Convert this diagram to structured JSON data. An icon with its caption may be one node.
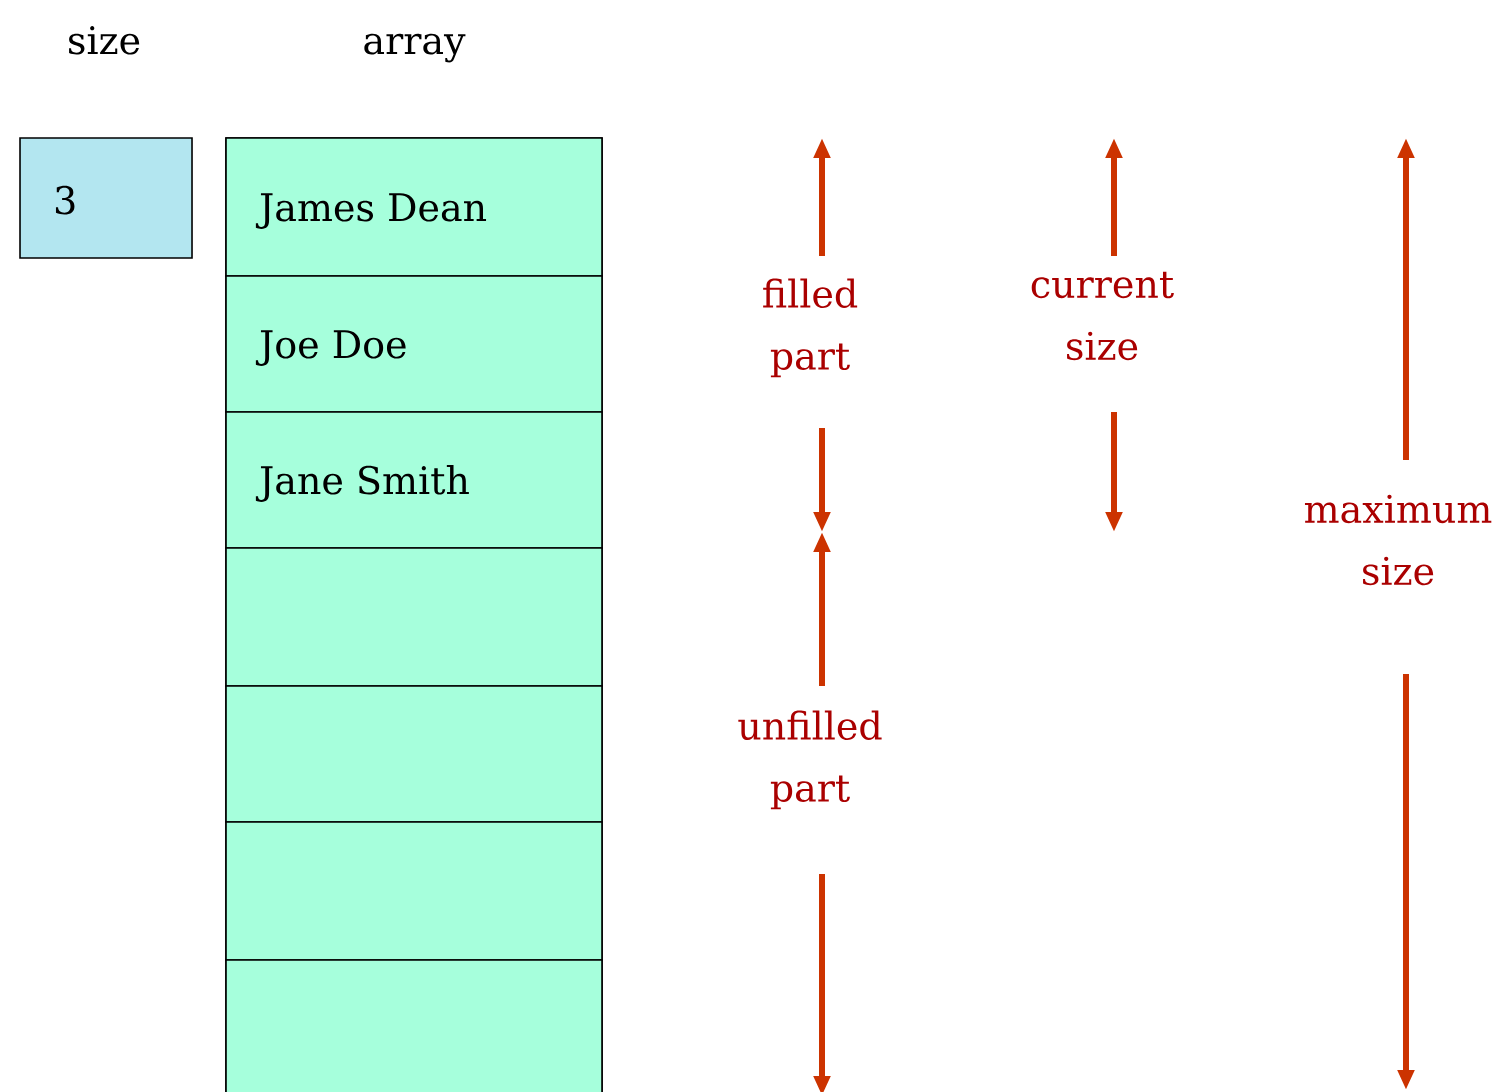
{
  "diagram": {
    "nodes": [
      {
        "text": [
          "size",
          "3"
        ]
      },
      {
        "text": [
          "array"
        ]
      },
      {
        "text": [
          "James Dean"
        ],
        "in": 1
      },
      {
        "text": [
          "Joe Doe"
        ],
        "in": 1
      },
      {
        "text": [
          "Jane Smith"
        ],
        "in": 1
      },
      {
        "text": [],
        "shape": "box",
        "in": 1
      },
      {
        "text": [],
        "shape": "box",
        "in": 1
      },
      {
        "text": [],
        "shape": "box",
        "in": 1
      },
      {
        "text": [],
        "shape": "box",
        "in": 1
      }
    ],
    "edges": [],
    "labels": [
      "filled part",
      "current size",
      "unfilled part",
      "maximum size"
    ]
  }
}
